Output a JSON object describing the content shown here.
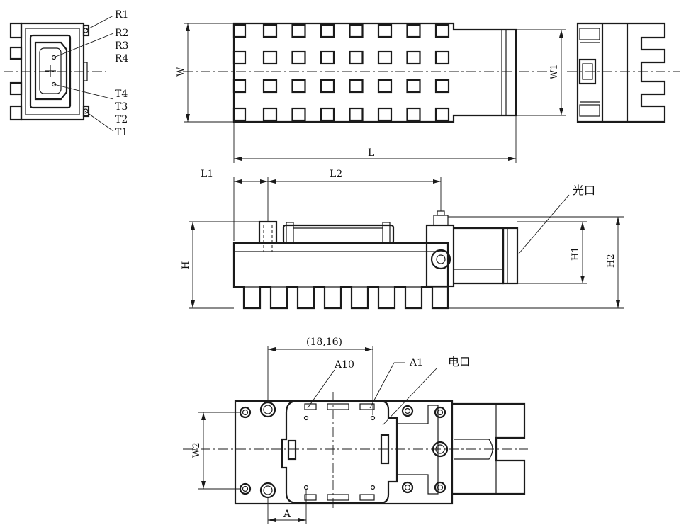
{
  "end_view_pins": {
    "receive": [
      "R1",
      "R2",
      "R3",
      "R4"
    ],
    "transmit": [
      "T4",
      "T3",
      "T2",
      "T1"
    ]
  },
  "top_view": {
    "width_label": "W",
    "length_label": "L",
    "end_width_label": "W1"
  },
  "side_view": {
    "l1_label": "L1",
    "l2_label": "L2",
    "height_label": "H",
    "h1_label": "H1",
    "h2_label": "H2",
    "optical_port_label": "光口"
  },
  "bottom_view": {
    "pitch_label": "(18,16)",
    "a10_label": "A10",
    "a1_label": "A1",
    "electrical_port_label": "电口",
    "w2_label": "W2",
    "a_label": "A"
  }
}
